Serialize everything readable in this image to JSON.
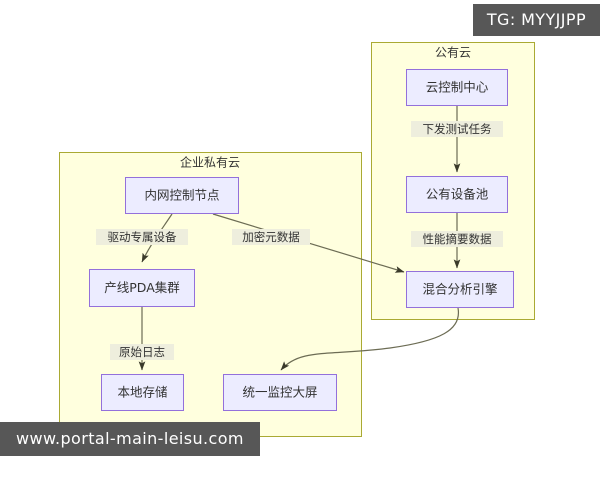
{
  "overlays": {
    "tag_badge": "TG: MYYJJPP",
    "site_watermark": "www.portal-main-leisu.com",
    "badge_bg": "#575757",
    "badge_text_color": "#ffffff"
  },
  "theme": {
    "page_bg": "#ffffff",
    "cluster_fill": "#ffffde",
    "cluster_stroke": "#aaaa33",
    "node_fill": "#ececff",
    "node_stroke": "#9370db",
    "edge_stroke": "#6c6c54",
    "edge_label_bg": "#eeeedd",
    "text_color": "#333333"
  },
  "chart_data": {
    "type": "diagram",
    "title": "",
    "clusters": [
      {
        "id": "public_cloud",
        "label": "公有云"
      },
      {
        "id": "private_cloud",
        "label": "企业私有云"
      }
    ],
    "nodes": [
      {
        "id": "cloud_ctrl",
        "label": "云控制中心",
        "cluster": "public_cloud"
      },
      {
        "id": "public_pool",
        "label": "公有设备池",
        "cluster": "public_cloud"
      },
      {
        "id": "hybrid_engine",
        "label": "混合分析引擎",
        "cluster": "public_cloud"
      },
      {
        "id": "intranet_ctrl",
        "label": "内网控制节点",
        "cluster": "private_cloud"
      },
      {
        "id": "pda_cluster",
        "label": "产线PDA集群",
        "cluster": "private_cloud"
      },
      {
        "id": "local_store",
        "label": "本地存储",
        "cluster": "private_cloud"
      },
      {
        "id": "monitor_wall",
        "label": "统一监控大屏",
        "cluster": "private_cloud"
      }
    ],
    "edges": [
      {
        "from": "cloud_ctrl",
        "to": "public_pool",
        "label": "下发测试任务"
      },
      {
        "from": "public_pool",
        "to": "hybrid_engine",
        "label": "性能摘要数据"
      },
      {
        "from": "intranet_ctrl",
        "to": "pda_cluster",
        "label": "驱动专属设备"
      },
      {
        "from": "intranet_ctrl",
        "to": "hybrid_engine",
        "label": "加密元数据"
      },
      {
        "from": "pda_cluster",
        "to": "local_store",
        "label": "原始日志"
      },
      {
        "from": "hybrid_engine",
        "to": "monitor_wall",
        "label": ""
      }
    ]
  },
  "labels": {
    "cluster_public": "公有云",
    "cluster_private": "企业私有云",
    "node_cloud_ctrl": "云控制中心",
    "node_public_pool": "公有设备池",
    "node_hybrid_engine": "混合分析引擎",
    "node_intranet_ctrl": "内网控制节点",
    "node_pda_cluster": "产线PDA集群",
    "node_local_store": "本地存储",
    "node_monitor_wall": "统一监控大屏",
    "edge_dispatch_task": "下发测试任务",
    "edge_perf_summary": "性能摘要数据",
    "edge_drive_device": "驱动专属设备",
    "edge_encrypted_meta": "加密元数据",
    "edge_raw_log": "原始日志"
  }
}
